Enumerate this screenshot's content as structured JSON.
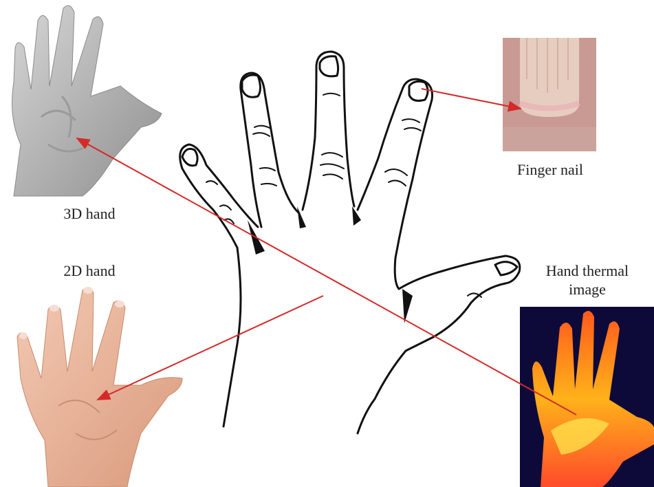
{
  "labels": {
    "hand_3d": "3D hand",
    "hand_2d": "2D hand",
    "finger_nail": "Finger nail",
    "thermal_line1": "Hand thermal",
    "thermal_line2": "image"
  },
  "colors": {
    "arrow": "#d42a2a",
    "outline": "#111111",
    "gray_hand": "#b9b9b9",
    "skin_hand": "#e9b296",
    "nail_bg": "#c99a94",
    "thermal_bg": "#0d0a3a",
    "thermal_hand": "#ffc21a"
  }
}
